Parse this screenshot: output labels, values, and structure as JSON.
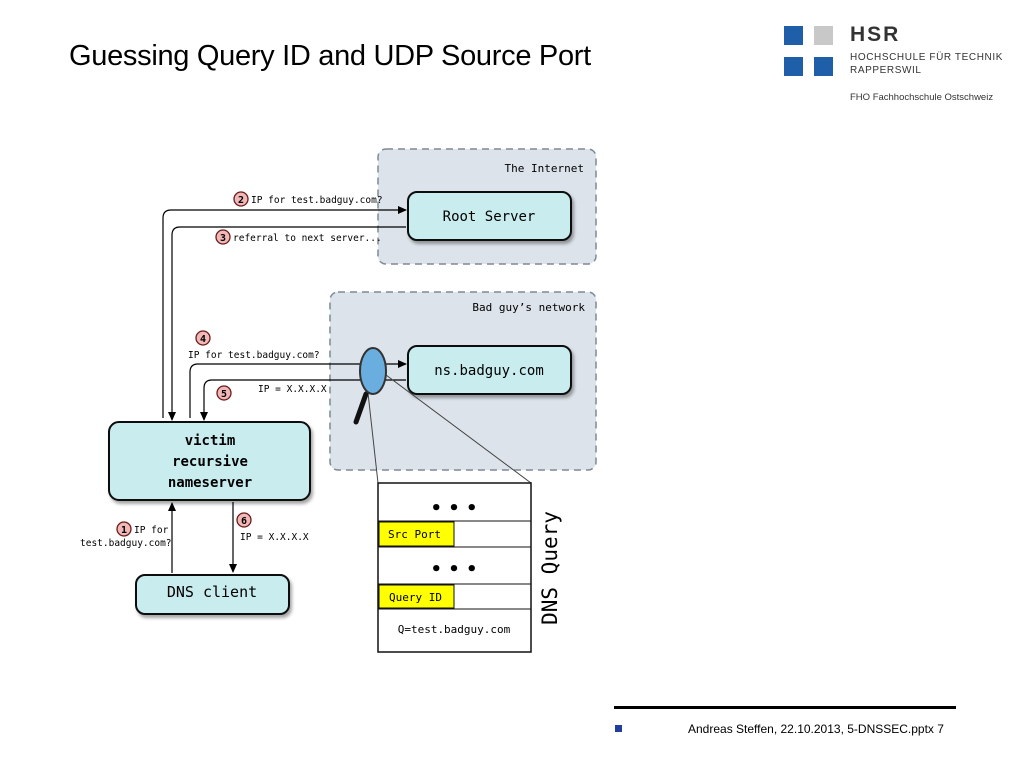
{
  "slide": {
    "title": "Guessing Query ID and UDP Source Port"
  },
  "logo": {
    "name": "HSR",
    "line1": "HOCHSCHULE FÜR TECHNIK",
    "line2": "RAPPERSWIL",
    "line3": "FHO Fachhochschule Ostschweiz"
  },
  "diagram": {
    "regions": {
      "internet": "The Internet",
      "badguy": "Bad guy’s network"
    },
    "nodes": {
      "root_server": "Root Server",
      "ns_badguy": "ns.badguy.com",
      "victim_line1": "victim",
      "victim_line2": "recursive",
      "victim_line3": "nameserver",
      "dns_client": "DNS client"
    },
    "steps": {
      "s1_num": "1",
      "s1_line1": "IP for",
      "s1_line2": "test.badguy.com?",
      "s2_num": "2",
      "s2_label": "IP for test.badguy.com?",
      "s3_num": "3",
      "s3_label": "referral to next server...",
      "s4_num": "4",
      "s4_label": "IP for test.badguy.com?",
      "s5_num": "5",
      "s5_label": "IP = X.X.X.X",
      "s6_num": "6",
      "s6_label": "IP = X.X.X.X"
    },
    "packet": {
      "dots1": "• • •",
      "src_port": "Src Port",
      "dots2": "• • •",
      "query_id": "Query ID",
      "question": "Q=test.badguy.com",
      "side_label": "DNS Query"
    },
    "colors": {
      "node_fill": "#c9ecee",
      "region_fill": "#dce3ea",
      "step_circle": "#f1b8b8",
      "field_highlight": "#ffff00",
      "lens_fill": "#6aaee0"
    }
  },
  "footer": {
    "text": "Andreas Steffen, 22.10.2013, 5-DNSSEC.pptx 7"
  }
}
